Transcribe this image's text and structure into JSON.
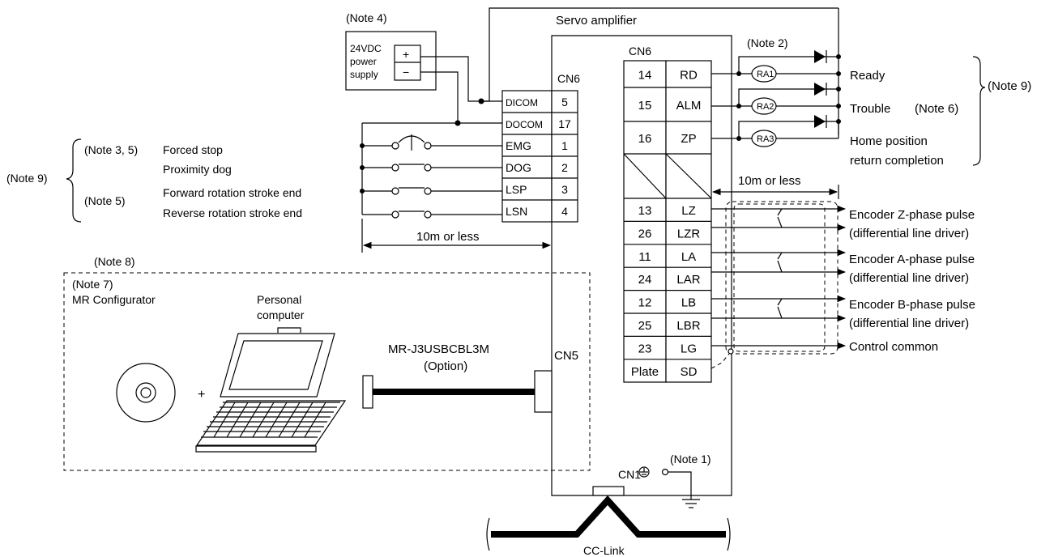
{
  "labels": {
    "servo_amplifier": "Servo amplifier",
    "note1": "(Note 1)",
    "note2": "(Note 2)",
    "note4": "(Note 4)",
    "note5": "(Note 5)",
    "note6": "(Note 6)",
    "note7": "(Note 7)",
    "note8": "(Note 8)",
    "note9_left": "(Note 9)",
    "note9_right": "(Note 9)",
    "note35": "(Note 3, 5)",
    "psu_line1": "24VDC",
    "psu_line2": "power",
    "psu_line3": "supply",
    "psu_plus": "+",
    "psu_minus": "−",
    "cn6": "CN6",
    "cn5": "CN5",
    "cn1": "CN1",
    "cc_link": "CC-Link",
    "dist_left": "10m or less",
    "dist_right": "10m or less",
    "cable_name": "MR-J3USBCBL3M",
    "cable_option": "(Option)",
    "mr_configurator": "MR Configurator",
    "pc_line1": "Personal",
    "pc_line2": "computer",
    "plus_sign": "+"
  },
  "left_pins": [
    {
      "signal": "DICOM",
      "pin": "5"
    },
    {
      "signal": "DOCOM",
      "pin": "17"
    },
    {
      "signal": "EMG",
      "pin": "1"
    },
    {
      "signal": "DOG",
      "pin": "2"
    },
    {
      "signal": "LSP",
      "pin": "3"
    },
    {
      "signal": "LSN",
      "pin": "4"
    }
  ],
  "input_descriptions": {
    "emg": "Forced stop",
    "dog": "Proximity dog",
    "lsp": "Forward rotation stroke end",
    "lsn": "Reverse rotation stroke end"
  },
  "right_output_pins": [
    {
      "pin": "14",
      "signal": "RD",
      "relay": "RA1"
    },
    {
      "pin": "15",
      "signal": "ALM",
      "relay": "RA2"
    },
    {
      "pin": "16",
      "signal": "ZP",
      "relay": "RA3"
    }
  ],
  "output_descriptions": {
    "ready": "Ready",
    "trouble": "Trouble",
    "home1": "Home position",
    "home2": "return completion"
  },
  "right_encoder_pins": [
    {
      "pin": "13",
      "signal": "LZ"
    },
    {
      "pin": "26",
      "signal": "LZR"
    },
    {
      "pin": "11",
      "signal": "LA"
    },
    {
      "pin": "24",
      "signal": "LAR"
    },
    {
      "pin": "12",
      "signal": "LB"
    },
    {
      "pin": "25",
      "signal": "LBR"
    },
    {
      "pin": "23",
      "signal": "LG"
    },
    {
      "pin": "Plate",
      "signal": "SD"
    }
  ],
  "encoder_descriptions": {
    "z1": "Encoder Z-phase pulse",
    "z2": "(differential line driver)",
    "a1": "Encoder A-phase pulse",
    "a2": "(differential line driver)",
    "b1": "Encoder B-phase pulse",
    "b2": "(differential line driver)",
    "lg": "Control common"
  }
}
